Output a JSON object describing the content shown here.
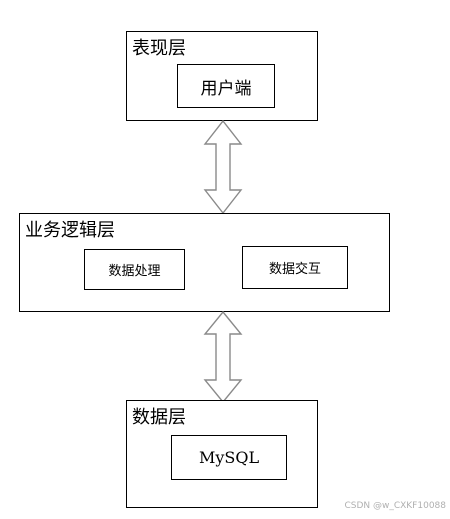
{
  "presentation_layer": {
    "title": "表现层",
    "components": [
      "用户端"
    ]
  },
  "business_layer": {
    "title": "业务逻辑层",
    "components": [
      "数据处理",
      "数据交互"
    ]
  },
  "data_layer": {
    "title": "数据层",
    "components": [
      "MySQL"
    ]
  },
  "connectors": [
    {
      "from": "表现层",
      "to": "业务逻辑层",
      "style": "double-headed-arrow"
    },
    {
      "from": "业务逻辑层",
      "to": "数据层",
      "style": "double-headed-arrow"
    }
  ],
  "watermark": "CSDN @w_CXKF10088"
}
